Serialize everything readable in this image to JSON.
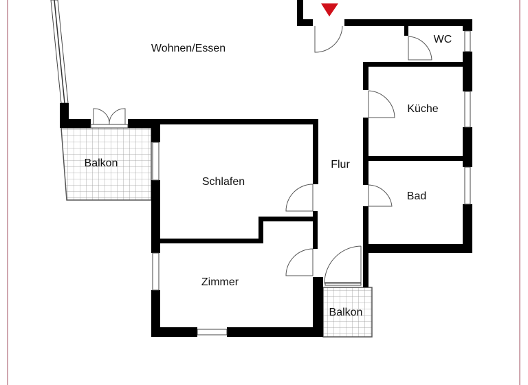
{
  "plan": {
    "rooms": [
      {
        "id": "wohnen",
        "label": "Wohnen/Essen"
      },
      {
        "id": "balkon-west",
        "label": "Balkon"
      },
      {
        "id": "schlafen",
        "label": "Schlafen"
      },
      {
        "id": "flur",
        "label": "Flur"
      },
      {
        "id": "wc",
        "label": "WC"
      },
      {
        "id": "kueche",
        "label": "Küche"
      },
      {
        "id": "bad",
        "label": "Bad"
      },
      {
        "id": "zimmer",
        "label": "Zimmer"
      },
      {
        "id": "balkon-sued",
        "label": "Balkon"
      }
    ],
    "colors": {
      "wall": "#000000",
      "entrance_marker": "#d0101a",
      "frame": "#c08a96",
      "balcony_grid": "#999999"
    },
    "icons": {
      "entrance": "entrance-triangle-icon"
    }
  }
}
